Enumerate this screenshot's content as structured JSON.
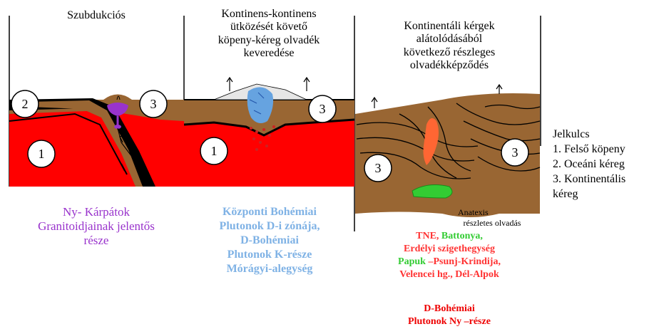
{
  "panels": {
    "subduction": {
      "title": "Szubdukciós",
      "label_1": "1",
      "label_2": "2",
      "label_3": "3",
      "caption_lines": [
        "Ny- Kárpátok",
        "Granitoidjainak jelentős",
        "része"
      ],
      "caption_color": "#9933cc"
    },
    "collision": {
      "title_lines": [
        "Kontinens-kontinens",
        "ütközését követő",
        "köpeny-kéreg olvadék",
        "keveredése"
      ],
      "label_1": "1",
      "label_3": "3",
      "caption_lines": [
        "Központi Bohémiai",
        "Plutonok D-i zónája,",
        "D-Bohémiai",
        "Plutonok K-része",
        "Mórágyi-alegység"
      ],
      "caption_color": "#7fb2e5"
    },
    "crustal": {
      "title_lines": [
        "Kontinentáli kérgek",
        "alátolódásából",
        "következő részleges",
        "olvadékképződés"
      ],
      "label_3a": "3",
      "label_3b": "3",
      "anatexis_lines": [
        "Anatexis",
        "részletes olvadás"
      ],
      "captions": {
        "tne": "TNE",
        "comma1": ", ",
        "battonya": "Battonya",
        "comma2": ",",
        "erdelyi": "Erdélyi szigethegység",
        "papuk": "Papuk",
        "psunj": " –Psunj-Krindija,",
        "velencei": "Velencei hg., Dél-Alpok",
        "dboh1": "D-Bohémiai",
        "dboh2": "Plutonok Ny –része"
      },
      "colors": {
        "red": "#ff3333",
        "green": "#33cc33",
        "darkred": "#ee0000"
      }
    }
  },
  "legend": {
    "title": "Jelkulcs",
    "items": [
      "1. Felső köpeny",
      "2. Oceáni kéreg",
      "3. Kontinentális",
      "kéreg"
    ]
  },
  "colors": {
    "mantle": "#ff0000",
    "crust": "#996633",
    "ocean": "#000000",
    "violet": "#9933cc",
    "blue": "#66a3e0",
    "orange": "#ff6633",
    "green": "#33cc33"
  }
}
